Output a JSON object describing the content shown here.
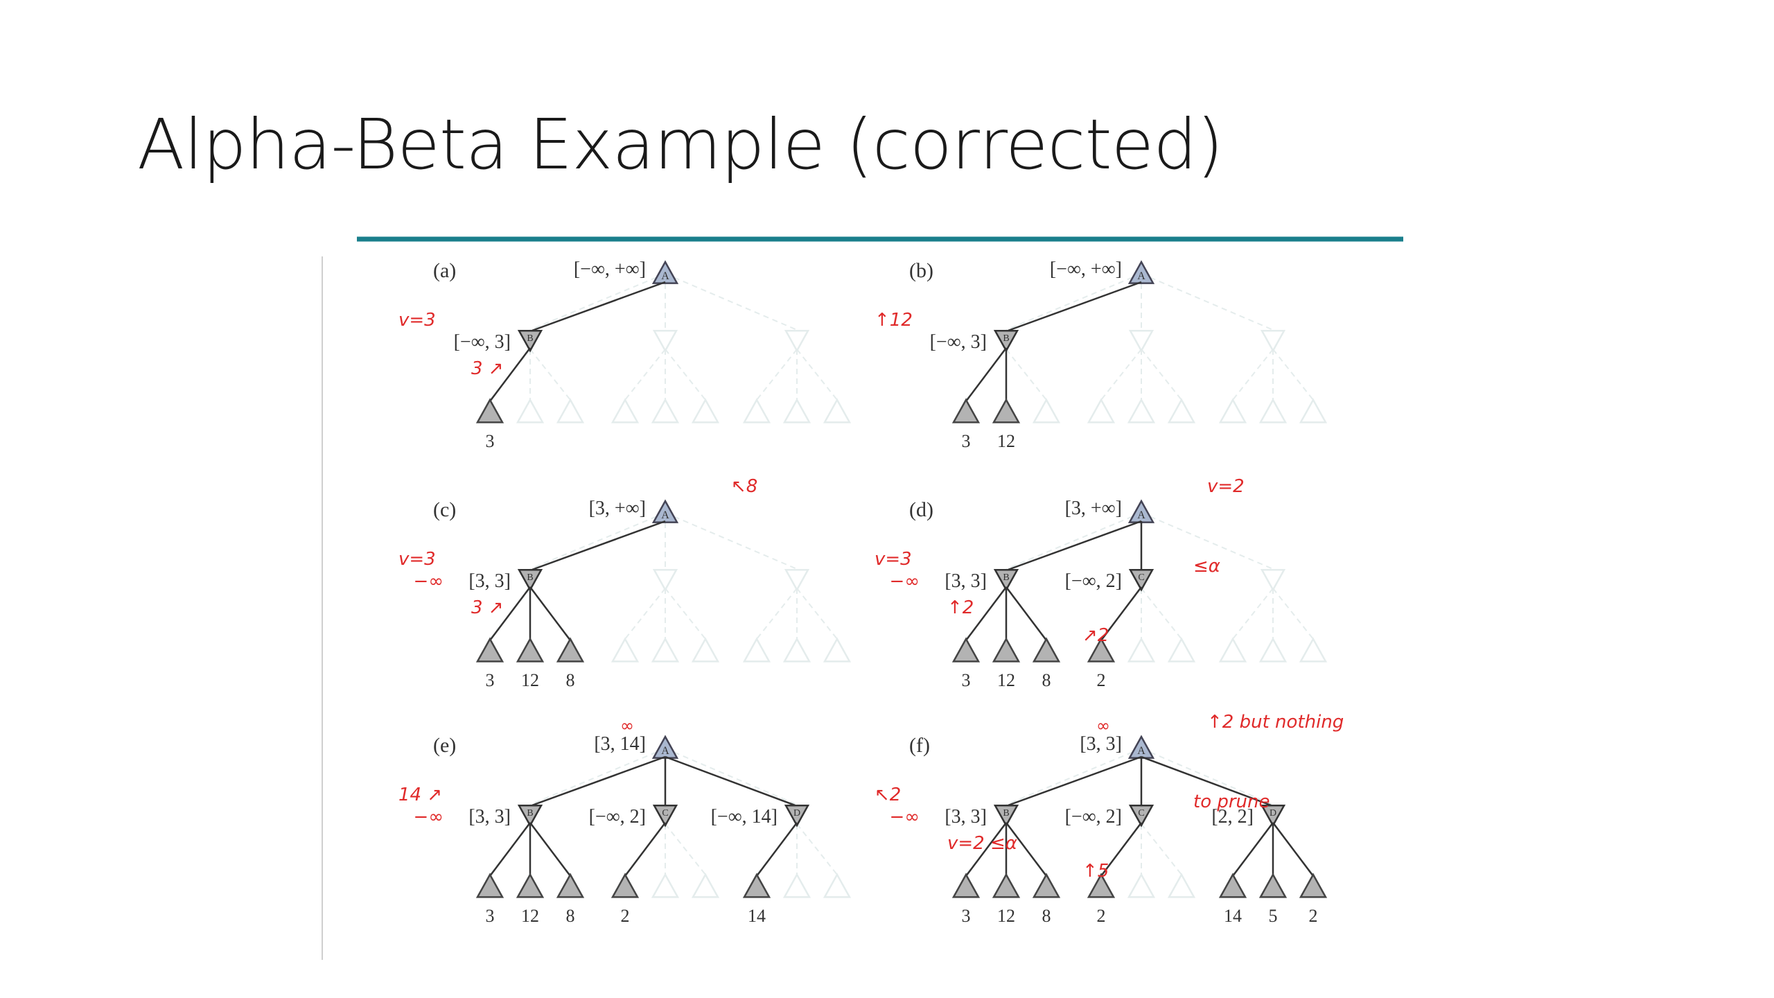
{
  "slide": {
    "title": "Alpha-Beta Example (corrected)",
    "accent_color": "#1a7f8c",
    "annotation_color": "#e02a2a"
  },
  "panels": [
    {
      "id": "a",
      "label": "(a)",
      "root": {
        "node": "A",
        "interval": "[−∞, +∞]"
      },
      "mins": [
        {
          "node": "B",
          "interval": "[−∞, 3]",
          "pre": ""
        }
      ],
      "leaves": [
        "3"
      ],
      "notes": [
        "v=3",
        "3 ↗"
      ]
    },
    {
      "id": "b",
      "label": "(b)",
      "root": {
        "node": "A",
        "interval": "[−∞, +∞]"
      },
      "mins": [
        {
          "node": "B",
          "interval": "[−∞, 3]",
          "pre": ""
        }
      ],
      "leaves": [
        "3",
        "12"
      ],
      "notes": [
        "↑12"
      ]
    },
    {
      "id": "c",
      "label": "(c)",
      "root": {
        "node": "A",
        "interval": "[3, +∞]"
      },
      "mins": [
        {
          "node": "B",
          "interval": "[3, 3]",
          "pre": "−∞"
        }
      ],
      "leaves": [
        "3",
        "12",
        "8"
      ],
      "notes": [
        "v=3",
        "3 ↗",
        "↖8"
      ]
    },
    {
      "id": "d",
      "label": "(d)",
      "root": {
        "node": "A",
        "interval": "[3, +∞]"
      },
      "mins": [
        {
          "node": "B",
          "interval": "[3, 3]",
          "pre": "−∞"
        },
        {
          "node": "C",
          "interval": "[−∞, 2]",
          "pre": ""
        }
      ],
      "leaves": [
        "3",
        "12",
        "8",
        "2"
      ],
      "notes": [
        "v=3",
        "↑2",
        "v=2",
        "≤α",
        "↗2"
      ]
    },
    {
      "id": "e",
      "label": "(e)",
      "root": {
        "node": "A",
        "interval": "[3, 14]",
        "over": "∞"
      },
      "mins": [
        {
          "node": "B",
          "interval": "[3, 3]",
          "pre": "−∞"
        },
        {
          "node": "C",
          "interval": "[−∞, 2]",
          "pre": ""
        },
        {
          "node": "D",
          "interval": "[−∞, 14]",
          "pre": ""
        }
      ],
      "leaves": [
        "3",
        "12",
        "8",
        "2",
        "14"
      ],
      "notes": [
        "14 ↗"
      ]
    },
    {
      "id": "f",
      "label": "(f)",
      "root": {
        "node": "A",
        "interval": "[3, 3]",
        "over": "∞"
      },
      "mins": [
        {
          "node": "B",
          "interval": "[3, 3]",
          "pre": "−∞"
        },
        {
          "node": "C",
          "interval": "[−∞, 2]",
          "pre": ""
        },
        {
          "node": "D",
          "interval": "[2, 2]",
          "pre": ""
        }
      ],
      "leaves": [
        "3",
        "12",
        "8",
        "2",
        "14",
        "5",
        "2"
      ],
      "notes": [
        "↖2",
        "v=2 ≤α",
        "↑2 but nothing",
        "to prune",
        "↑5"
      ]
    }
  ]
}
